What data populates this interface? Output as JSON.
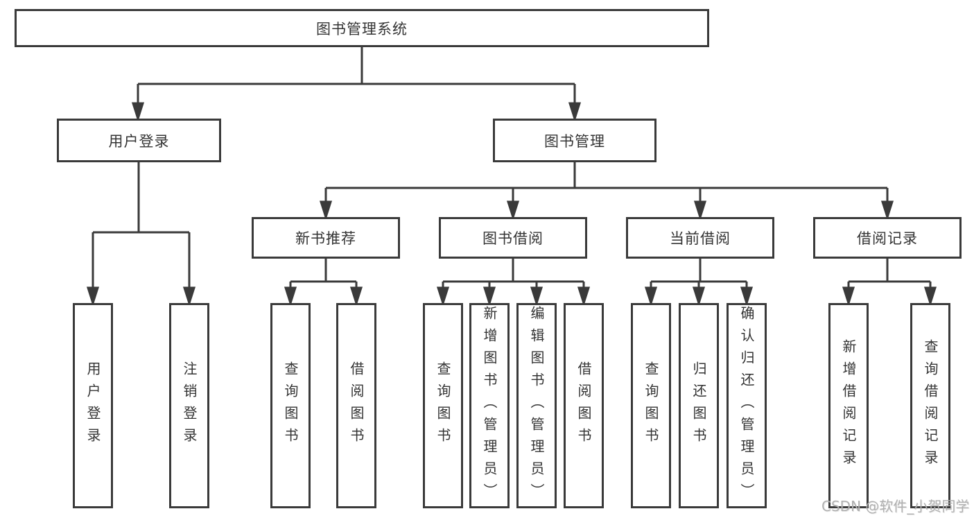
{
  "tree": {
    "root": {
      "label": "图书管理系统"
    },
    "branches": [
      {
        "label": "用户登录",
        "children": [
          {
            "label": "用户登录"
          },
          {
            "label": "注销登录"
          }
        ]
      },
      {
        "label": "图书管理",
        "children": [
          {
            "label": "新书推荐",
            "children": [
              {
                "label": "查询图书"
              },
              {
                "label": "借阅图书"
              }
            ]
          },
          {
            "label": "图书借阅",
            "children": [
              {
                "label": "查询图书"
              },
              {
                "label": "新增图书（管理员）"
              },
              {
                "label": "编辑图书（管理员）"
              },
              {
                "label": "借阅图书"
              }
            ]
          },
          {
            "label": "当前借阅",
            "children": [
              {
                "label": "查询图书"
              },
              {
                "label": "归还图书"
              },
              {
                "label": "确认归还（管理员）"
              }
            ]
          },
          {
            "label": "借阅记录",
            "children": [
              {
                "label": "新增借阅记录"
              },
              {
                "label": "查询借阅记录"
              }
            ]
          }
        ]
      }
    ]
  },
  "watermark": {
    "text": "CSDN @软件_小贺同学"
  },
  "colors": {
    "line": "#3a3a3a",
    "box_border": "#3a3a3a",
    "text": "#333333",
    "watermark": "#b0b0b0",
    "background": "#ffffff"
  }
}
